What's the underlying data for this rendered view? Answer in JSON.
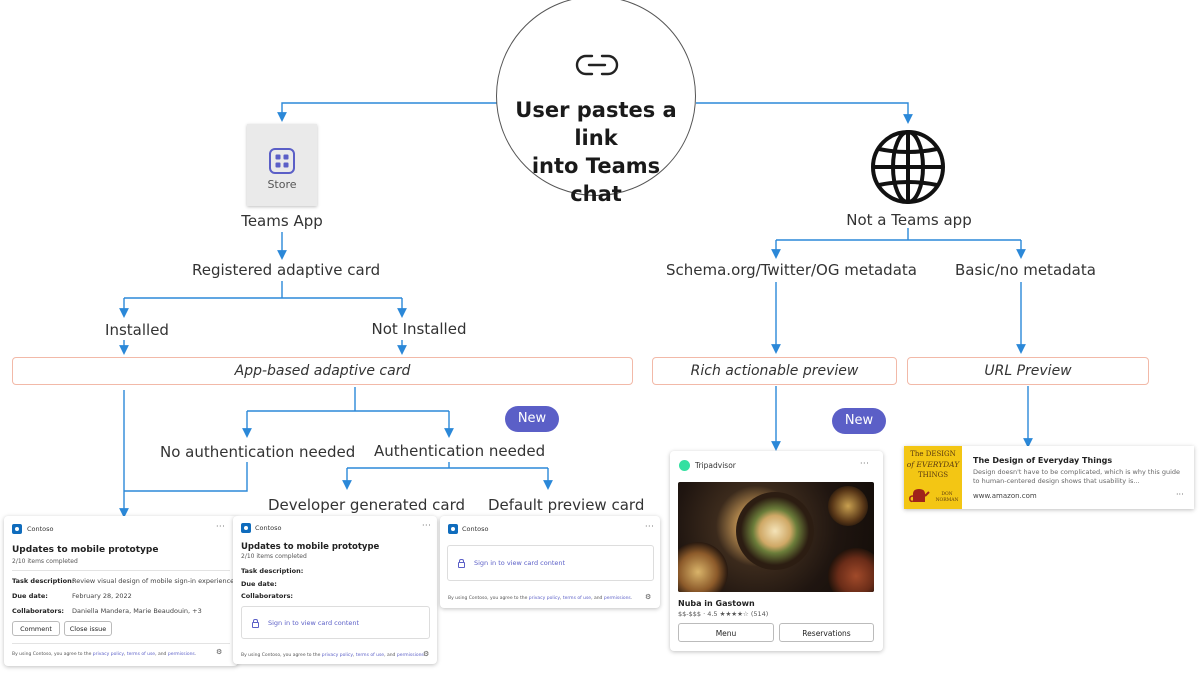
{
  "root": {
    "title_line1": "User pastes a link",
    "title_line2": "into Teams chat",
    "icon": "link-icon"
  },
  "left_branch": {
    "store_label": "Store",
    "app_label": "Teams App",
    "registered_label": "Registered adaptive card",
    "installed_label": "Installed",
    "not_installed_label": "Not Installed",
    "app_based_label": "App-based adaptive card",
    "no_auth_label": "No authentication needed",
    "auth_label": "Authentication needed",
    "dev_card_label": "Developer generated card",
    "default_card_label": "Default preview card",
    "new_badge": "New"
  },
  "right_branch": {
    "icon": "globe-icon",
    "not_app_label": "Not a Teams app",
    "schema_label": "Schema.org/Twitter/OG metadata",
    "basic_label": "Basic/no metadata",
    "rich_label": "Rich actionable preview",
    "url_label": "URL Preview",
    "new_badge": "New"
  },
  "card_full": {
    "app_name": "Contoso",
    "dots": "···",
    "title": "Updates to mobile prototype",
    "subtitle": "2/10 items completed",
    "facts": [
      {
        "key": "Task description:",
        "value": "Review visual design of mobile sign-in experience"
      },
      {
        "key": "Due date:",
        "value": "February 28, 2022"
      },
      {
        "key": "Collaborators:",
        "value": "Daniella Mandera, Marie Beaudouin, +3"
      }
    ],
    "button_comment": "Comment",
    "button_close": "Close issue",
    "footer_pre": "By using Contoso, you agree to the ",
    "footer_privacy": "privacy policy",
    "footer_sep": ", ",
    "footer_terms": "terms of use",
    "footer_and": ", and ",
    "footer_perms": "permissions",
    "footer_end": "."
  },
  "card_dev": {
    "app_name": "Contoso",
    "dots": "···",
    "title": "Updates to mobile prototype",
    "subtitle": "2/10 items completed",
    "facts": [
      "Task description:",
      "Due date:",
      "Collaborators:"
    ],
    "signin": "Sign in to view card content"
  },
  "card_default": {
    "app_name": "Contoso",
    "dots": "···",
    "signin": "Sign in to view card content"
  },
  "rich_card": {
    "app_name": "Tripadvisor",
    "dots": "···",
    "title": "Nuba in Gastown",
    "meta": "$$-$$$ · 4.5 ★★★★☆ (514)",
    "button_menu": "Menu",
    "button_reservations": "Reservations"
  },
  "url_card": {
    "cover_line1": "The DESIGN",
    "cover_line2": "of EVERYDAY",
    "cover_line3": "THINGS",
    "cover_author1": "DON",
    "cover_author2": "NORMAN",
    "title": "The Design of Everyday Things",
    "description": "Design doesn't have to be complicated, which is why this guide to human-centered design shows that usability is...",
    "domain": "www.amazon.com",
    "dots": "···"
  },
  "colors": {
    "arrow": "#2b88d8",
    "badge": "#5b5fc7",
    "pill_border": "#f2b9a8"
  }
}
